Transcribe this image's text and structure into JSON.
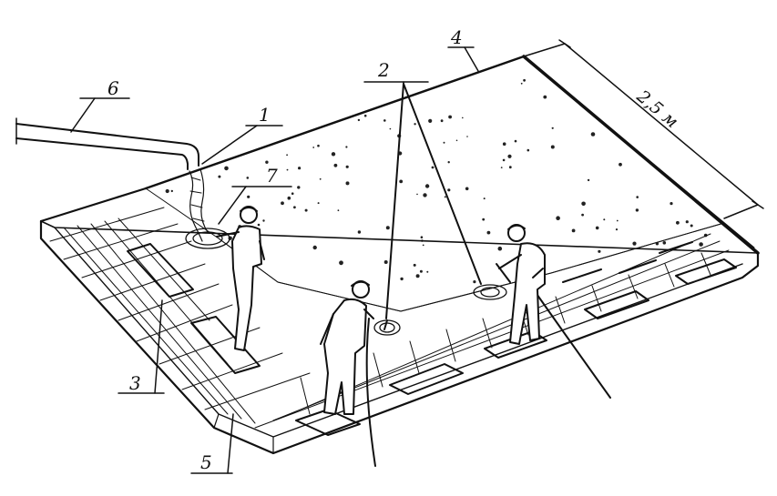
{
  "diagram": {
    "callouts": {
      "c1": "1",
      "c2": "2",
      "c3": "3",
      "c4": "4",
      "c5": "5",
      "c6": "6",
      "c7": "7"
    },
    "dimension": "2,5 м"
  }
}
